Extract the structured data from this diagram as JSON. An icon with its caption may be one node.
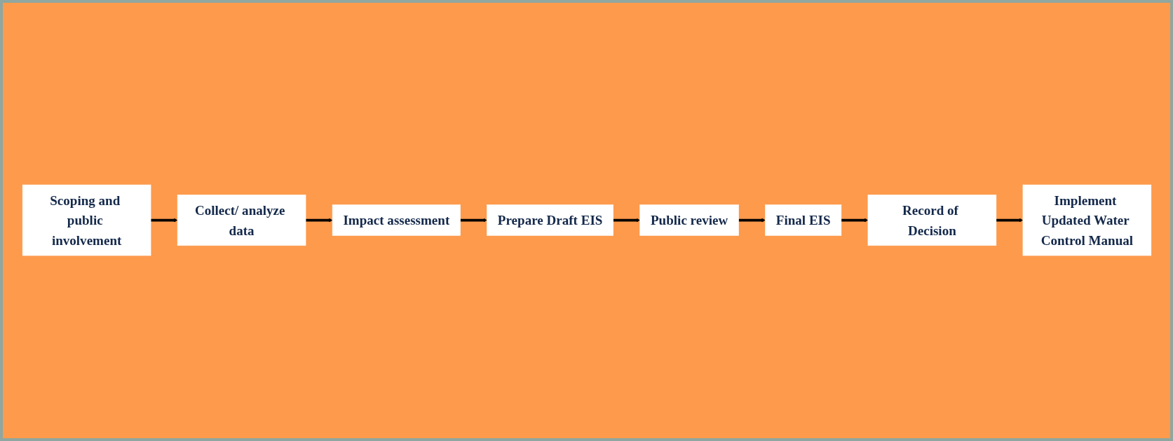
{
  "diagram": {
    "nodes": [
      {
        "text": [
          "Scoping and public involvement"
        ]
      },
      {
        "text": [
          "Collect/ analyze data"
        ]
      },
      {
        "text": [
          "Impact assessment"
        ]
      },
      {
        "text": [
          "Prepare Draft EIS"
        ]
      },
      {
        "text": [
          "Public review"
        ]
      },
      {
        "text": [
          "Final EIS"
        ]
      },
      {
        "text": [
          "Record of Decision"
        ]
      },
      {
        "text": [
          "Implement Updated Water Control Manual"
        ]
      }
    ],
    "edges": [
      {
        "from": 0,
        "to": 1,
        "arrow": "to"
      },
      {
        "from": 1,
        "to": 2,
        "arrow": "to"
      },
      {
        "from": 2,
        "to": 3,
        "arrow": "to"
      },
      {
        "from": 3,
        "to": 4,
        "arrow": "to"
      },
      {
        "from": 4,
        "to": 5,
        "arrow": "to"
      },
      {
        "from": 5,
        "to": 6,
        "arrow": "to"
      },
      {
        "from": 6,
        "to": 7,
        "arrow": "to"
      }
    ]
  }
}
